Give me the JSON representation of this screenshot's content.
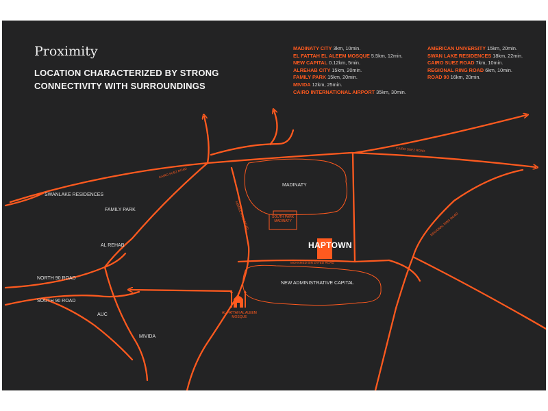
{
  "header": {
    "title": "Proximity",
    "subtitle_line1": "LOCATION CHARACTERIZED BY STRONG",
    "subtitle_line2": "CONNECTIVITY WITH SURROUNDINGS"
  },
  "proximity_left": [
    {
      "name": "MADINATY CITY",
      "detail": "3km, 10min."
    },
    {
      "name": "EL FATTAH EL ALEEM MOSQUE",
      "detail": "5.5km, 12min."
    },
    {
      "name": "NEW CAPITAL",
      "detail": "0.12km, 5min."
    },
    {
      "name": "ALREHAB CITY",
      "detail": "15km, 20min."
    },
    {
      "name": "FAMILY PARK",
      "detail": "15km, 20min."
    },
    {
      "name": "MIVIDA",
      "detail": "12km, 25min."
    },
    {
      "name": "CAIRO INTERNATIONAL AIRPORT",
      "detail": "35km, 30min."
    }
  ],
  "proximity_right": [
    {
      "name": "AMERICAN UNIVERSITY",
      "detail": "15km, 20min."
    },
    {
      "name": "SWAN LAKE RESIDENCES",
      "detail": "18km, 22min."
    },
    {
      "name": "CAIRO SUEZ ROAD",
      "detail": "7km, 10min."
    },
    {
      "name": "REGIONAL RING ROAD",
      "detail": "6km, 10min."
    },
    {
      "name": "ROAD 90",
      "detail": "16km, 20min."
    }
  ],
  "places": {
    "madinaty": "MADINATY",
    "south_park": "SOUTH PARK\nMADINATY",
    "haptown": "HAPTOWN",
    "new_admin_capital": "NEW ADMINISTRATIVE CAPITAL",
    "swanlake": "SWANLAKE RESIDENCES",
    "family_park": "FAMILY PARK",
    "al_rehab": "AL REHAB",
    "north_90": "NORTH 90 ROAD",
    "south_90": "SOUTH 90 ROAD",
    "auc": "AUC",
    "mivida": "MIVIDA",
    "mosque": "AL FATTAH AL ALEEM\nMOSQUE"
  },
  "roads": {
    "cairo_suez_left": "CAIRO SUEZ ROAD",
    "cairo_suez_right": "CAIRO SUEZ ROAD",
    "mohamed_bin_zayed": "MOHAMED BIN ZAYED ROAD",
    "regional_ring": "REGIONAL RING ROAD",
    "middle_ring": "MIDDLE RING ROAD"
  },
  "colors": {
    "background": "#232324",
    "accent": "#ff5a1f",
    "road": "#ff5a1f"
  }
}
